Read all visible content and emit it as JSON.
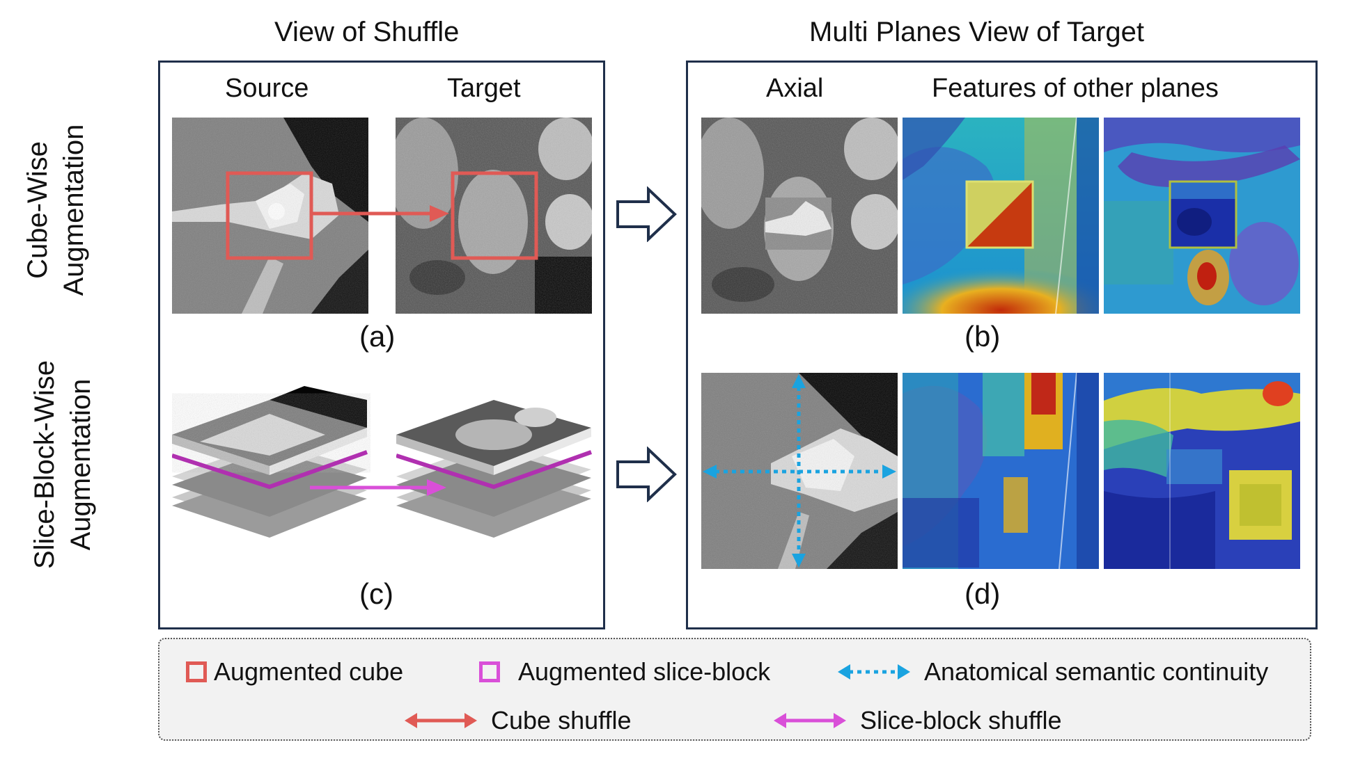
{
  "left_title": "View of Shuffle",
  "right_title": "Multi Planes View of Target",
  "row_labels": {
    "top_line1": "Cube-Wise",
    "top_line2": "Augmentation",
    "bottom_line1": "Slice-Block-Wise",
    "bottom_line2": "Augmentation"
  },
  "column_headers": {
    "source": "Source",
    "target": "Target",
    "axial": "Axial",
    "features": "Features of other planes"
  },
  "panel_labels": {
    "a": "(a)",
    "b": "(b)",
    "c": "(c)",
    "d": "(d)"
  },
  "legend": {
    "augmented_cube": "Augmented cube",
    "augmented_slice_block": "Augmented slice-block",
    "semantic_continuity": "Anatomical semantic continuity",
    "cube_shuffle": "Cube shuffle",
    "slice_block_shuffle": "Slice-block shuffle"
  },
  "colors": {
    "cube": "#e05a55",
    "slice_block": "#d94fd8",
    "semantic": "#1aa3e0",
    "frame": "#1f2f4a"
  }
}
